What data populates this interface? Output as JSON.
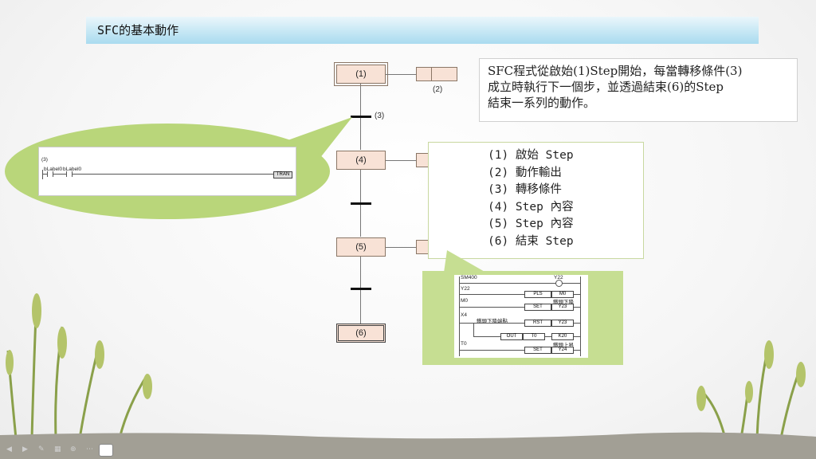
{
  "slide": {
    "title": "SFC的基本動作"
  },
  "sfc": {
    "steps": [
      {
        "label": "(1)"
      },
      {
        "label": "(4)"
      },
      {
        "label": "(5)"
      },
      {
        "label": "(6)"
      }
    ],
    "action_label": "(2)",
    "transition_label": "(3)"
  },
  "description": {
    "line1": "SFC程式從啟始(1)Step開始，每當轉移條件(3)",
    "line2": "成立時執行下一個步，並透過結束(6)的Step",
    "line3": "結束一系列的動作。"
  },
  "legend": {
    "items": [
      "(1) 啟始 Step",
      "(2) 動作輸出",
      "(3) 轉移條件",
      "(4) Step 內容",
      "(5) Step 內容",
      "(6) 結束 Step"
    ]
  },
  "transition_ladder": {
    "label": "(3)",
    "contact1": "bLabel0",
    "contact2": "bLabel0",
    "coil": "TRAN"
  },
  "step_ladder": {
    "rows": [
      {
        "contact": "SM400",
        "output": "Y22"
      },
      {
        "contact": "Y22",
        "instr": "PLS",
        "operand": "M0"
      },
      {
        "contact": "M0",
        "comment": "鐵頭下降",
        "instr": "SET",
        "operand": "Y23"
      },
      {
        "contact": "X4",
        "contact_comment": "鐵頭下降端點",
        "instr": "RST",
        "operand": "Y23"
      },
      {
        "instr": "OUT",
        "operand": "T0",
        "value": "K20"
      },
      {
        "contact": "T0",
        "comment": "鐵頭上昇",
        "instr": "SET",
        "operand": "Y24"
      }
    ]
  },
  "colors": {
    "title_bar": "#a9dbef",
    "step_fill": "#f8e2d6",
    "bubble": "#b9d67a",
    "panel_green": "#c6de92"
  }
}
